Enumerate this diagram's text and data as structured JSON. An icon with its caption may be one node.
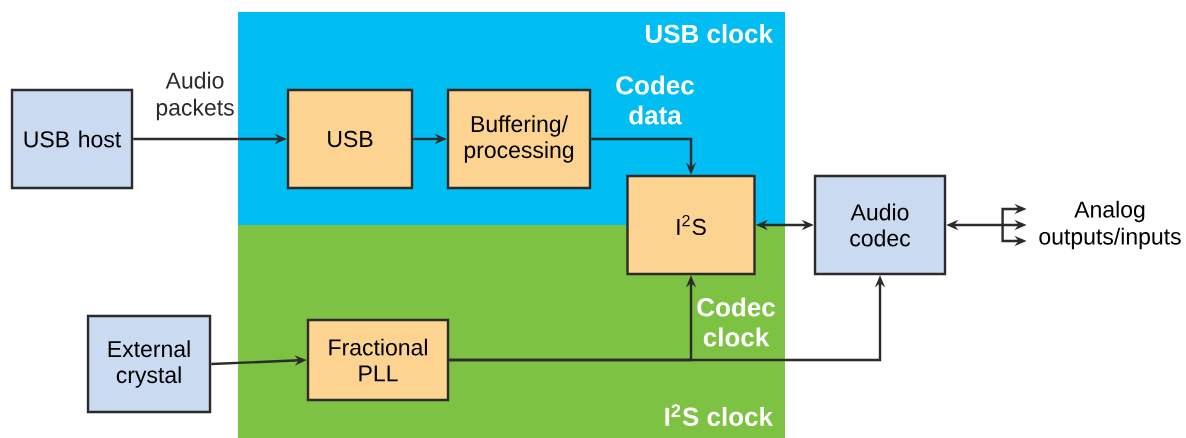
{
  "diagram": {
    "nodes": [
      {
        "text": [
          "USB clock"
        ]
      },
      {
        "text": [
          "I$^{2}$S clock"
        ]
      },
      {
        "text": [
          "USB host"
        ]
      },
      {
        "text": [
          "USB"
        ],
        "in": 0
      },
      {
        "text": [
          "Buffering/ processing"
        ],
        "in": 0
      },
      {
        "text": [
          "I$^{2}$S"
        ]
      },
      {
        "text": [
          "Audio codec"
        ]
      },
      {
        "text": [
          "External crystal"
        ]
      },
      {
        "text": [
          "Fractional PLL"
        ],
        "in": 1
      },
      {
        "text": [
          "Analog outputs/inputs"
        ]
      }
    ],
    "edges": [
      {
        "from": 2,
        "to": 3,
        "arrow": "to",
        "label": "Audio packets"
      },
      {
        "from": 3,
        "to": 4,
        "arrow": "to"
      },
      {
        "from": 4,
        "to": 5,
        "arrow": "to",
        "label": "Codec data"
      },
      {
        "from": 5,
        "to": 6,
        "arrow": "both"
      },
      {
        "from": 6,
        "to": 9,
        "arrow": "both"
      },
      {
        "from": 7,
        "to": 8,
        "arrow": "to"
      },
      {
        "from": 8,
        "to": 5,
        "arrow": "to",
        "label": "Codec clock"
      },
      {
        "from": 8,
        "to": 6,
        "arrow": "to"
      }
    ]
  }
}
